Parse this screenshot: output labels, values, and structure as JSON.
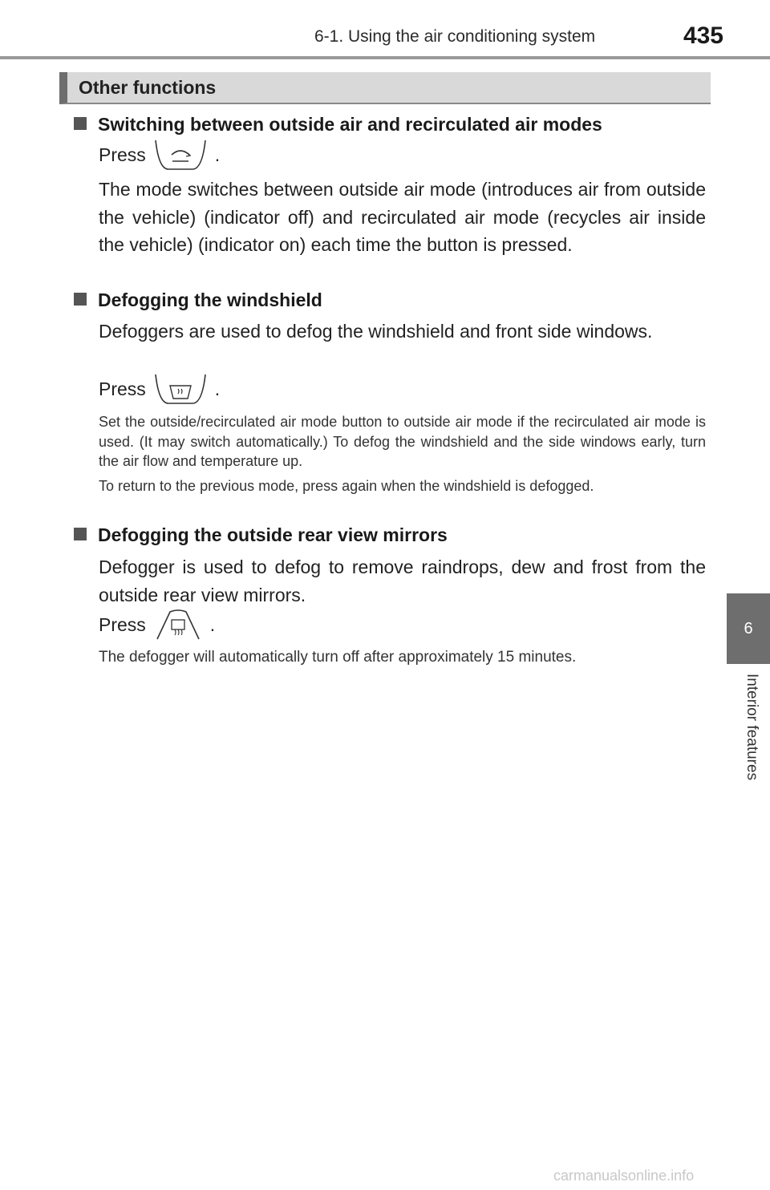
{
  "header": {
    "section_title": "6-1. Using the air conditioning system",
    "page_number": "435"
  },
  "side_tab": {
    "chapter_number": "6",
    "chapter_label": "Interior features"
  },
  "section": {
    "title": "Other functions"
  },
  "items": [
    {
      "heading": "Switching between outside air and recirculated air modes",
      "press_label": "Press",
      "press_suffix": ".",
      "icon": "recirculation-button-icon",
      "body": "The mode switches between outside air mode (introduces air from outside the vehicle) (indicator off) and recirculated air mode (recycles air inside the vehicle) (indicator on) each time the button is pressed."
    },
    {
      "heading": "Defogging the windshield",
      "body": "Defoggers are used to defog the windshield and front side windows.",
      "press_label": "Press",
      "press_suffix": ".",
      "icon": "windshield-defogger-button-icon",
      "note_1": "Set the outside/recirculated air mode button to outside air mode if the recirculated air mode is used. (It may switch automatically.) To defog the windshield and the side windows early, turn the air flow and temperature up.",
      "note_2": "To return to the previous mode, press again when the windshield is defogged."
    },
    {
      "heading": "Defogging the outside rear view mirrors",
      "body": "Defogger is used to defog to remove raindrops, dew and frost from the outside rear view mirrors.",
      "press_label": "Press",
      "press_suffix": ".",
      "icon": "mirror-defogger-button-icon",
      "note_1": "The defogger will automatically turn off after approximately 15 minutes."
    }
  ],
  "watermark": "carmanualsonline.info"
}
